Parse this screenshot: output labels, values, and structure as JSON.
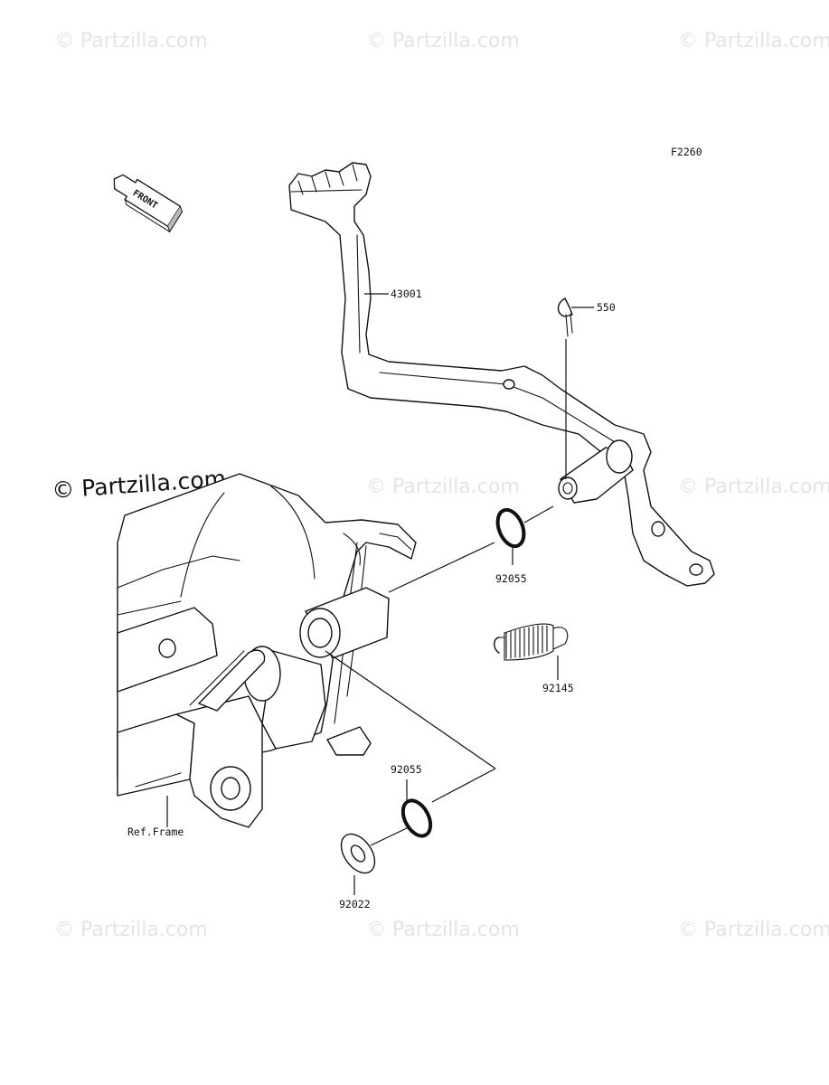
{
  "watermark": {
    "brand_main": "© Partzilla.com",
    "brand_faint": "© Partzilla.com"
  },
  "diagram": {
    "figure_code": "F2260",
    "front_arrow_text": "FRONT",
    "ref_frame_label": "Ref.Frame",
    "parts": [
      {
        "number": "43001",
        "name": "brake-pedal"
      },
      {
        "number": "550",
        "name": "cotter-pin"
      },
      {
        "number": "92055",
        "name": "o-ring-upper"
      },
      {
        "number": "92145",
        "name": "return-spring"
      },
      {
        "number": "92055",
        "name": "o-ring-lower"
      },
      {
        "number": "92022",
        "name": "washer"
      }
    ]
  }
}
